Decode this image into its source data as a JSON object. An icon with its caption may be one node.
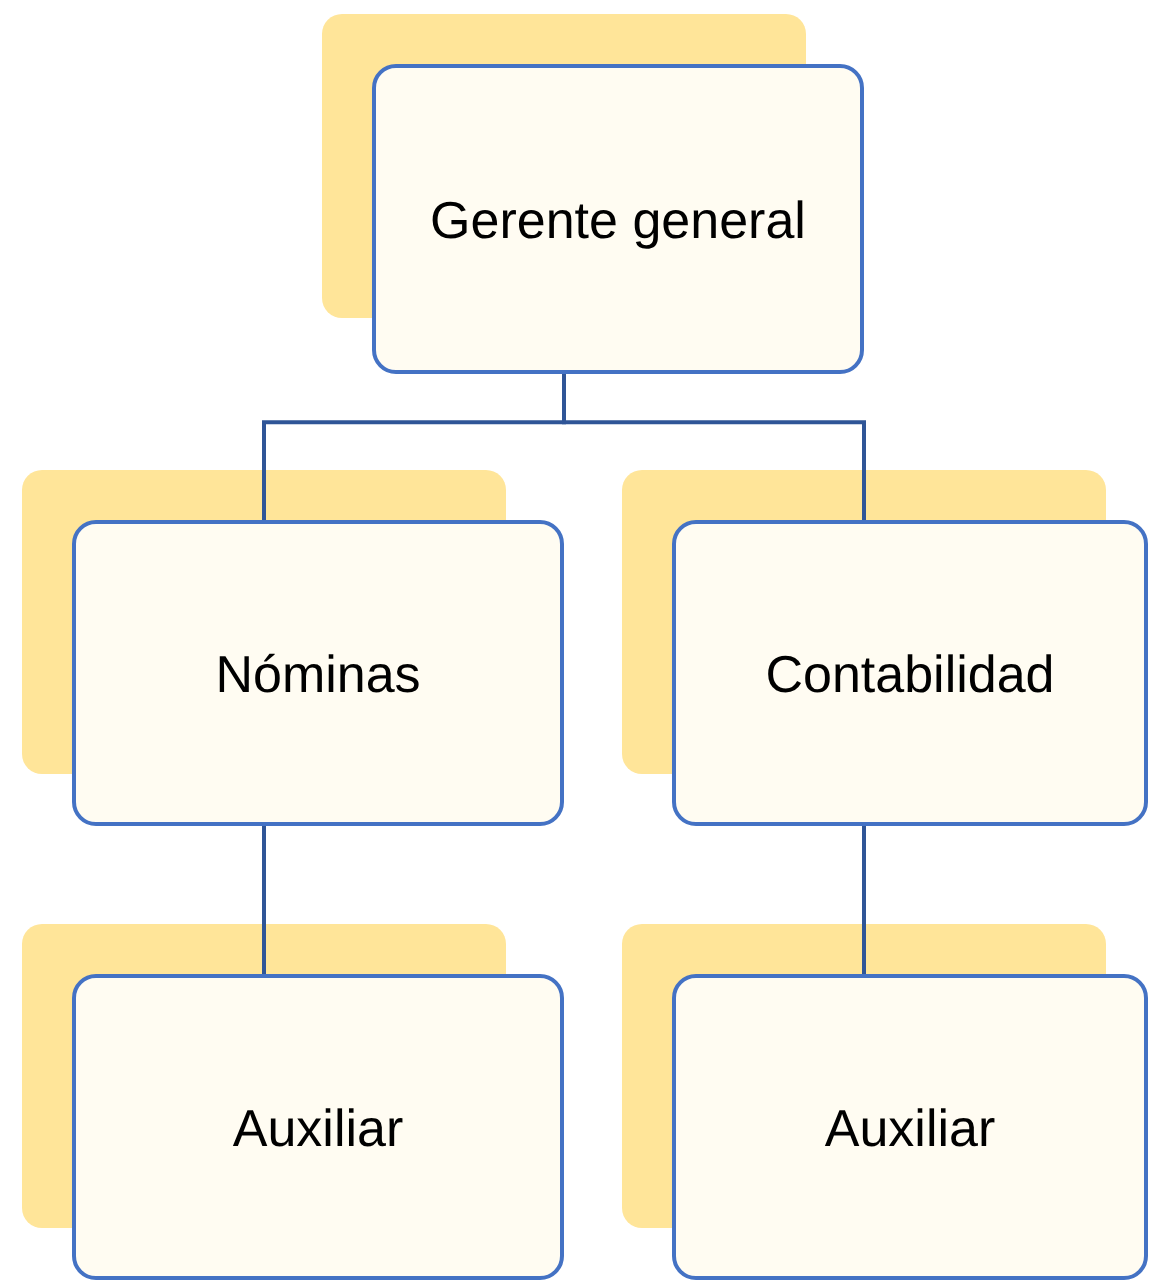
{
  "diagram": {
    "nodes": [
      {
        "text": [
          "Gerente general"
        ]
      },
      {
        "text": [
          "Nóminas"
        ]
      },
      {
        "text": [
          "Contabilidad"
        ]
      },
      {
        "text": [
          "Auxiliar"
        ]
      },
      {
        "text": [
          "Auxiliar"
        ]
      }
    ],
    "edges": [
      {
        "from": 0,
        "to": 1,
        "arrow": "none"
      },
      {
        "from": 0,
        "to": 2,
        "arrow": "none"
      },
      {
        "from": 1,
        "to": 3,
        "arrow": "none"
      },
      {
        "from": 2,
        "to": 4,
        "arrow": "none"
      }
    ]
  }
}
